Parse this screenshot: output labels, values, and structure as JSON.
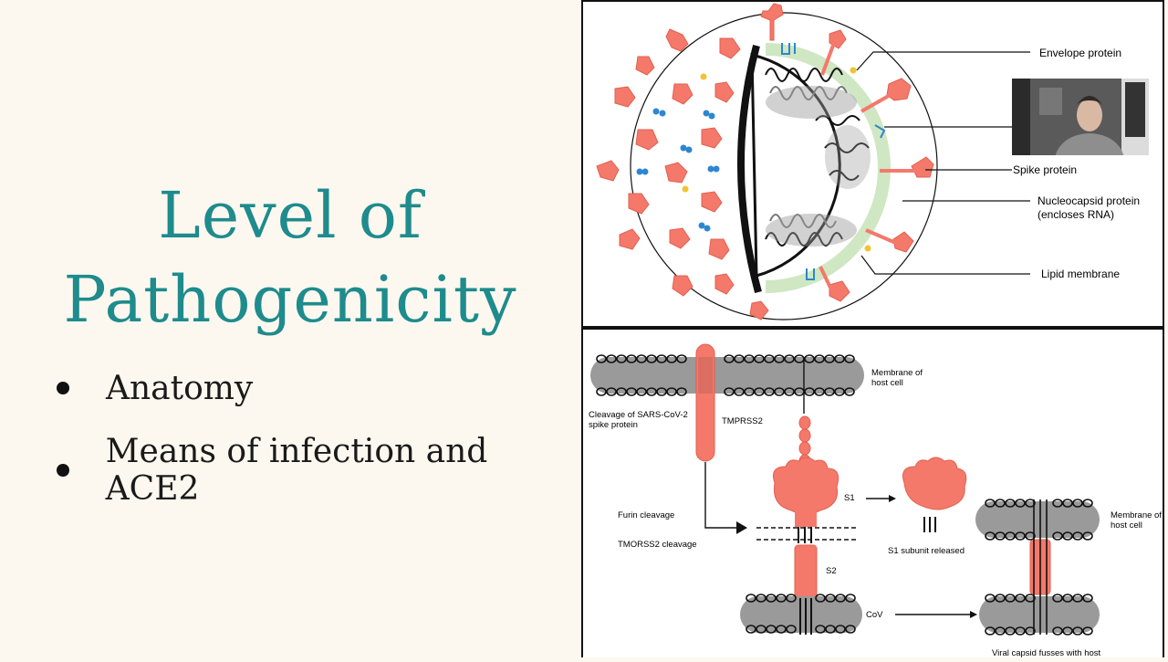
{
  "slide": {
    "title_line1": "Level of",
    "title_line2": "Pathogenicity",
    "bullets": [
      "Anatomy",
      "Means of infection and ACE2"
    ]
  },
  "virus_diagram": {
    "labels": {
      "envelope": "Envelope protein",
      "spike": "Spike protein",
      "nucleocapsid_1": "Nucleocapsid protein",
      "nucleocapsid_2": "(encloses RNA)",
      "lipid": "Lipid membrane"
    }
  },
  "infection_diagram": {
    "labels": {
      "membrane_host_1": "Membrane of",
      "membrane_host_2": "host cell",
      "cleavage_1": "Cleavage of SARS-CoV-2",
      "cleavage_2": "spike protein",
      "tmprss2": "TMPRSS2",
      "s1": "S1",
      "s1_released": "S1 subunit released",
      "furin": "Furin cleavage",
      "tmorss2": "TMORSS2 cleavage",
      "s2": "S2",
      "cov": "CoV",
      "membrane_right_1": "Membrane of",
      "membrane_right_2": "host cell",
      "fusion": "Viral capsid fusses with host"
    }
  },
  "colors": {
    "title": "#1e8b8d",
    "spike": "#f4796b",
    "background": "#fdf8ef"
  }
}
